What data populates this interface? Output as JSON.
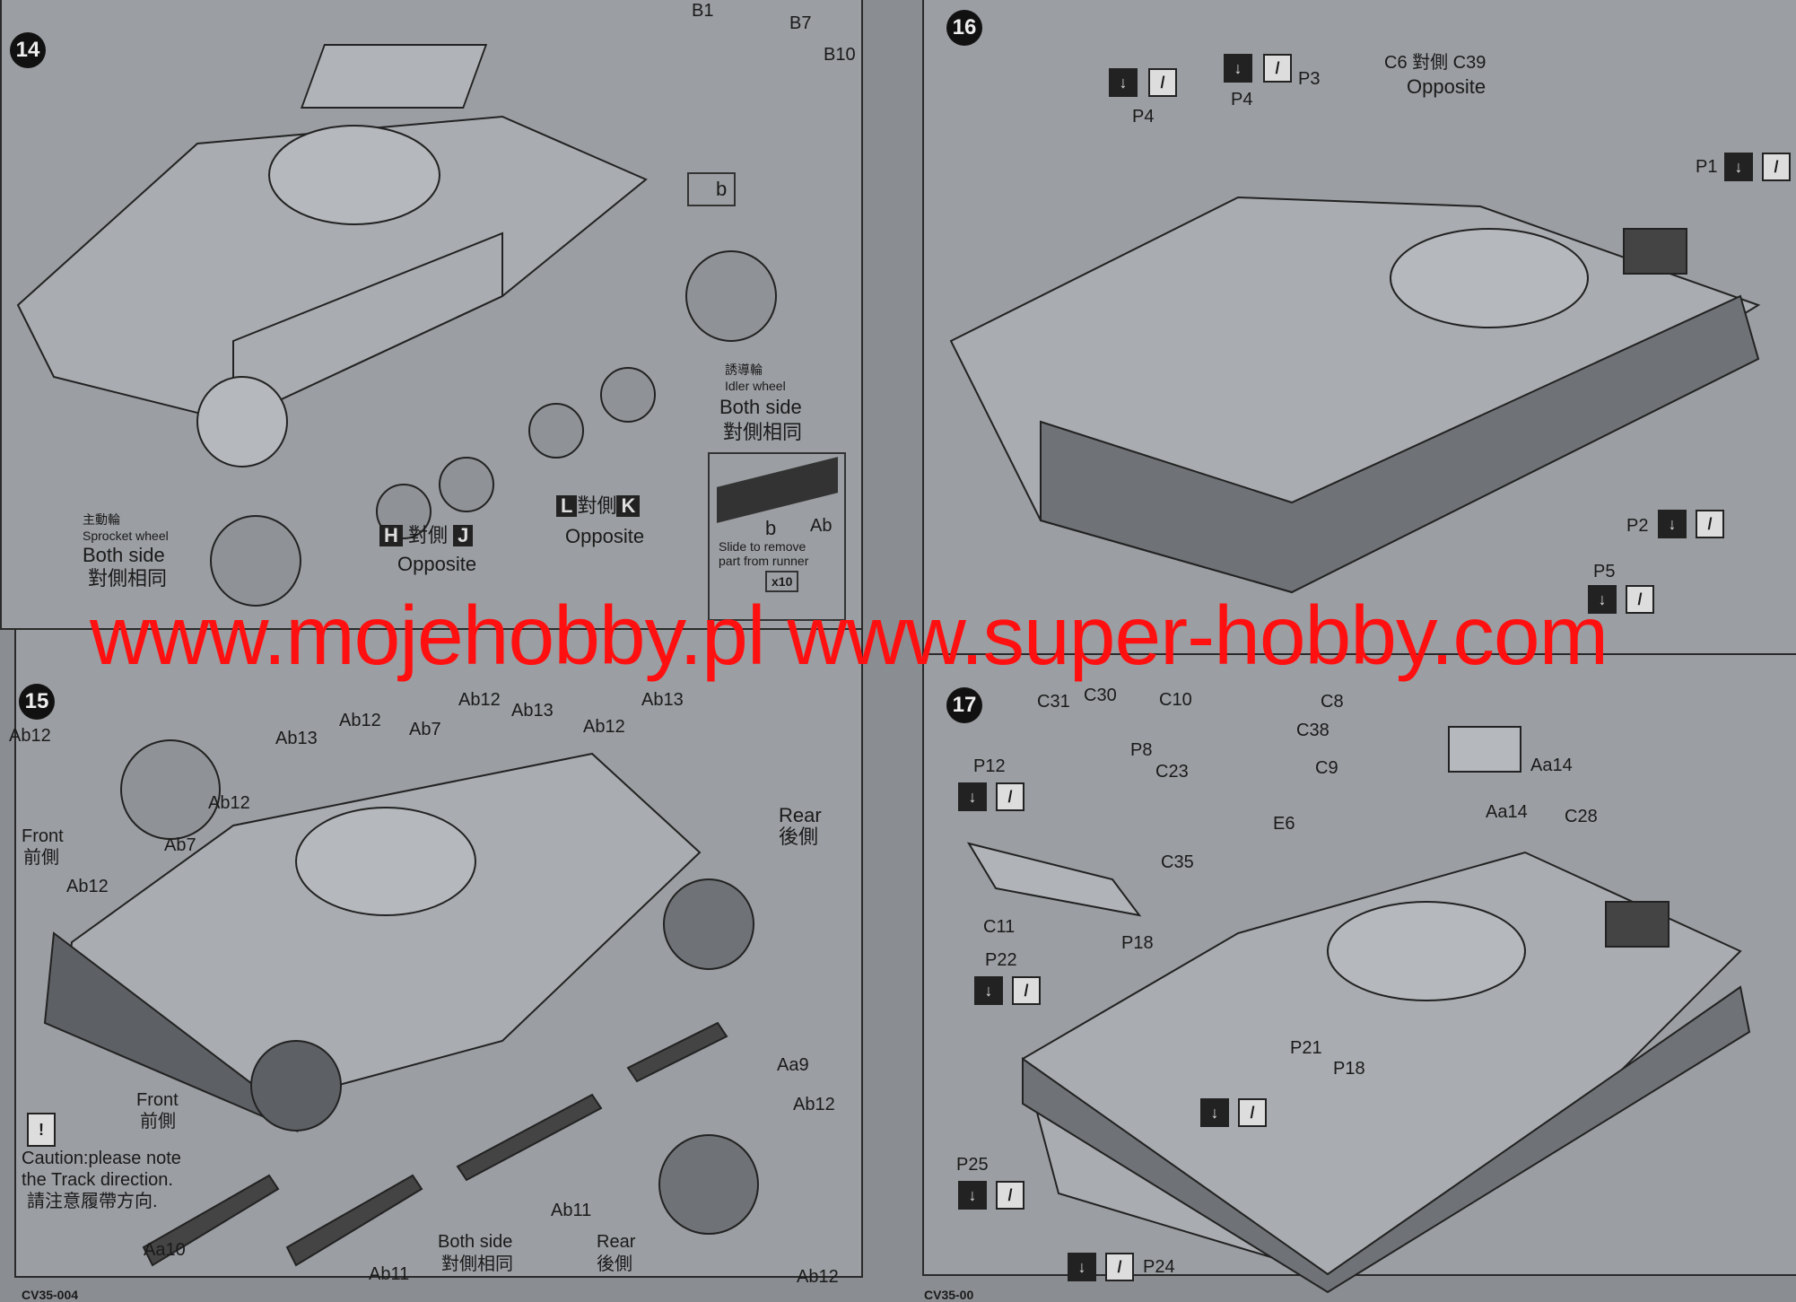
{
  "steps": {
    "s14": "14",
    "s15": "15",
    "s16": "16",
    "s17": "17"
  },
  "step14": {
    "b1": "B1",
    "b7": "B7",
    "b10": "B10",
    "b_box": "b",
    "idler_cn": "誘導輪",
    "idler_en": "Idler wheel",
    "both_side": "Both side",
    "both_side_cn": "對側相同",
    "l": "L",
    "k": "K",
    "opposite_cn": "對側",
    "opposite": "Opposite",
    "h": "H",
    "j": "J",
    "sprocket_cn": "主動輪",
    "sprocket_en": "Sprocket wheel",
    "runner_b": "b",
    "runner_ab": "Ab",
    "runner_text1": "Slide to remove",
    "runner_text2": "part from runner",
    "runner_count": "x10"
  },
  "step15": {
    "ab12": "Ab12",
    "ab13": "Ab13",
    "ab7": "Ab7",
    "ab11": "Ab11",
    "aa9": "Aa9",
    "aa10": "Aa10",
    "front": "Front",
    "front_cn": "前側",
    "rear": "Rear",
    "rear_cn": "後側",
    "caution_mark": "!",
    "caution1": "Caution:please note",
    "caution2": "the Track direction.",
    "caution3": "請注意履帶方向.",
    "both_side": "Both side",
    "both_side_cn": "對側相同"
  },
  "step16": {
    "p1": "P1",
    "p2": "P2",
    "p3": "P3",
    "p4": "P4",
    "p5": "P5",
    "c6": "C6 對側 C39",
    "opposite": "Opposite"
  },
  "step17": {
    "c31": "C31",
    "c30": "C30",
    "c10": "C10",
    "c8": "C8",
    "c38": "C38",
    "c23": "C23",
    "c9": "C9",
    "c35": "C35",
    "c11": "C11",
    "c28": "C28",
    "p8": "P8",
    "p12": "P12",
    "p18": "P18",
    "p21": "P21",
    "p22": "P22",
    "p24": "P24",
    "p25": "P25",
    "aa14": "Aa14",
    "e6": "E6"
  },
  "footer": {
    "left_code": "CV35-004",
    "right_code": "CV35-00"
  },
  "icons": {
    "cement": "↓",
    "paint": "/"
  },
  "watermark": "www.mojehobby.pl www.super-hobby.com",
  "colors": {
    "watermark": "#ff1010",
    "paper": "#9b9ea2"
  }
}
